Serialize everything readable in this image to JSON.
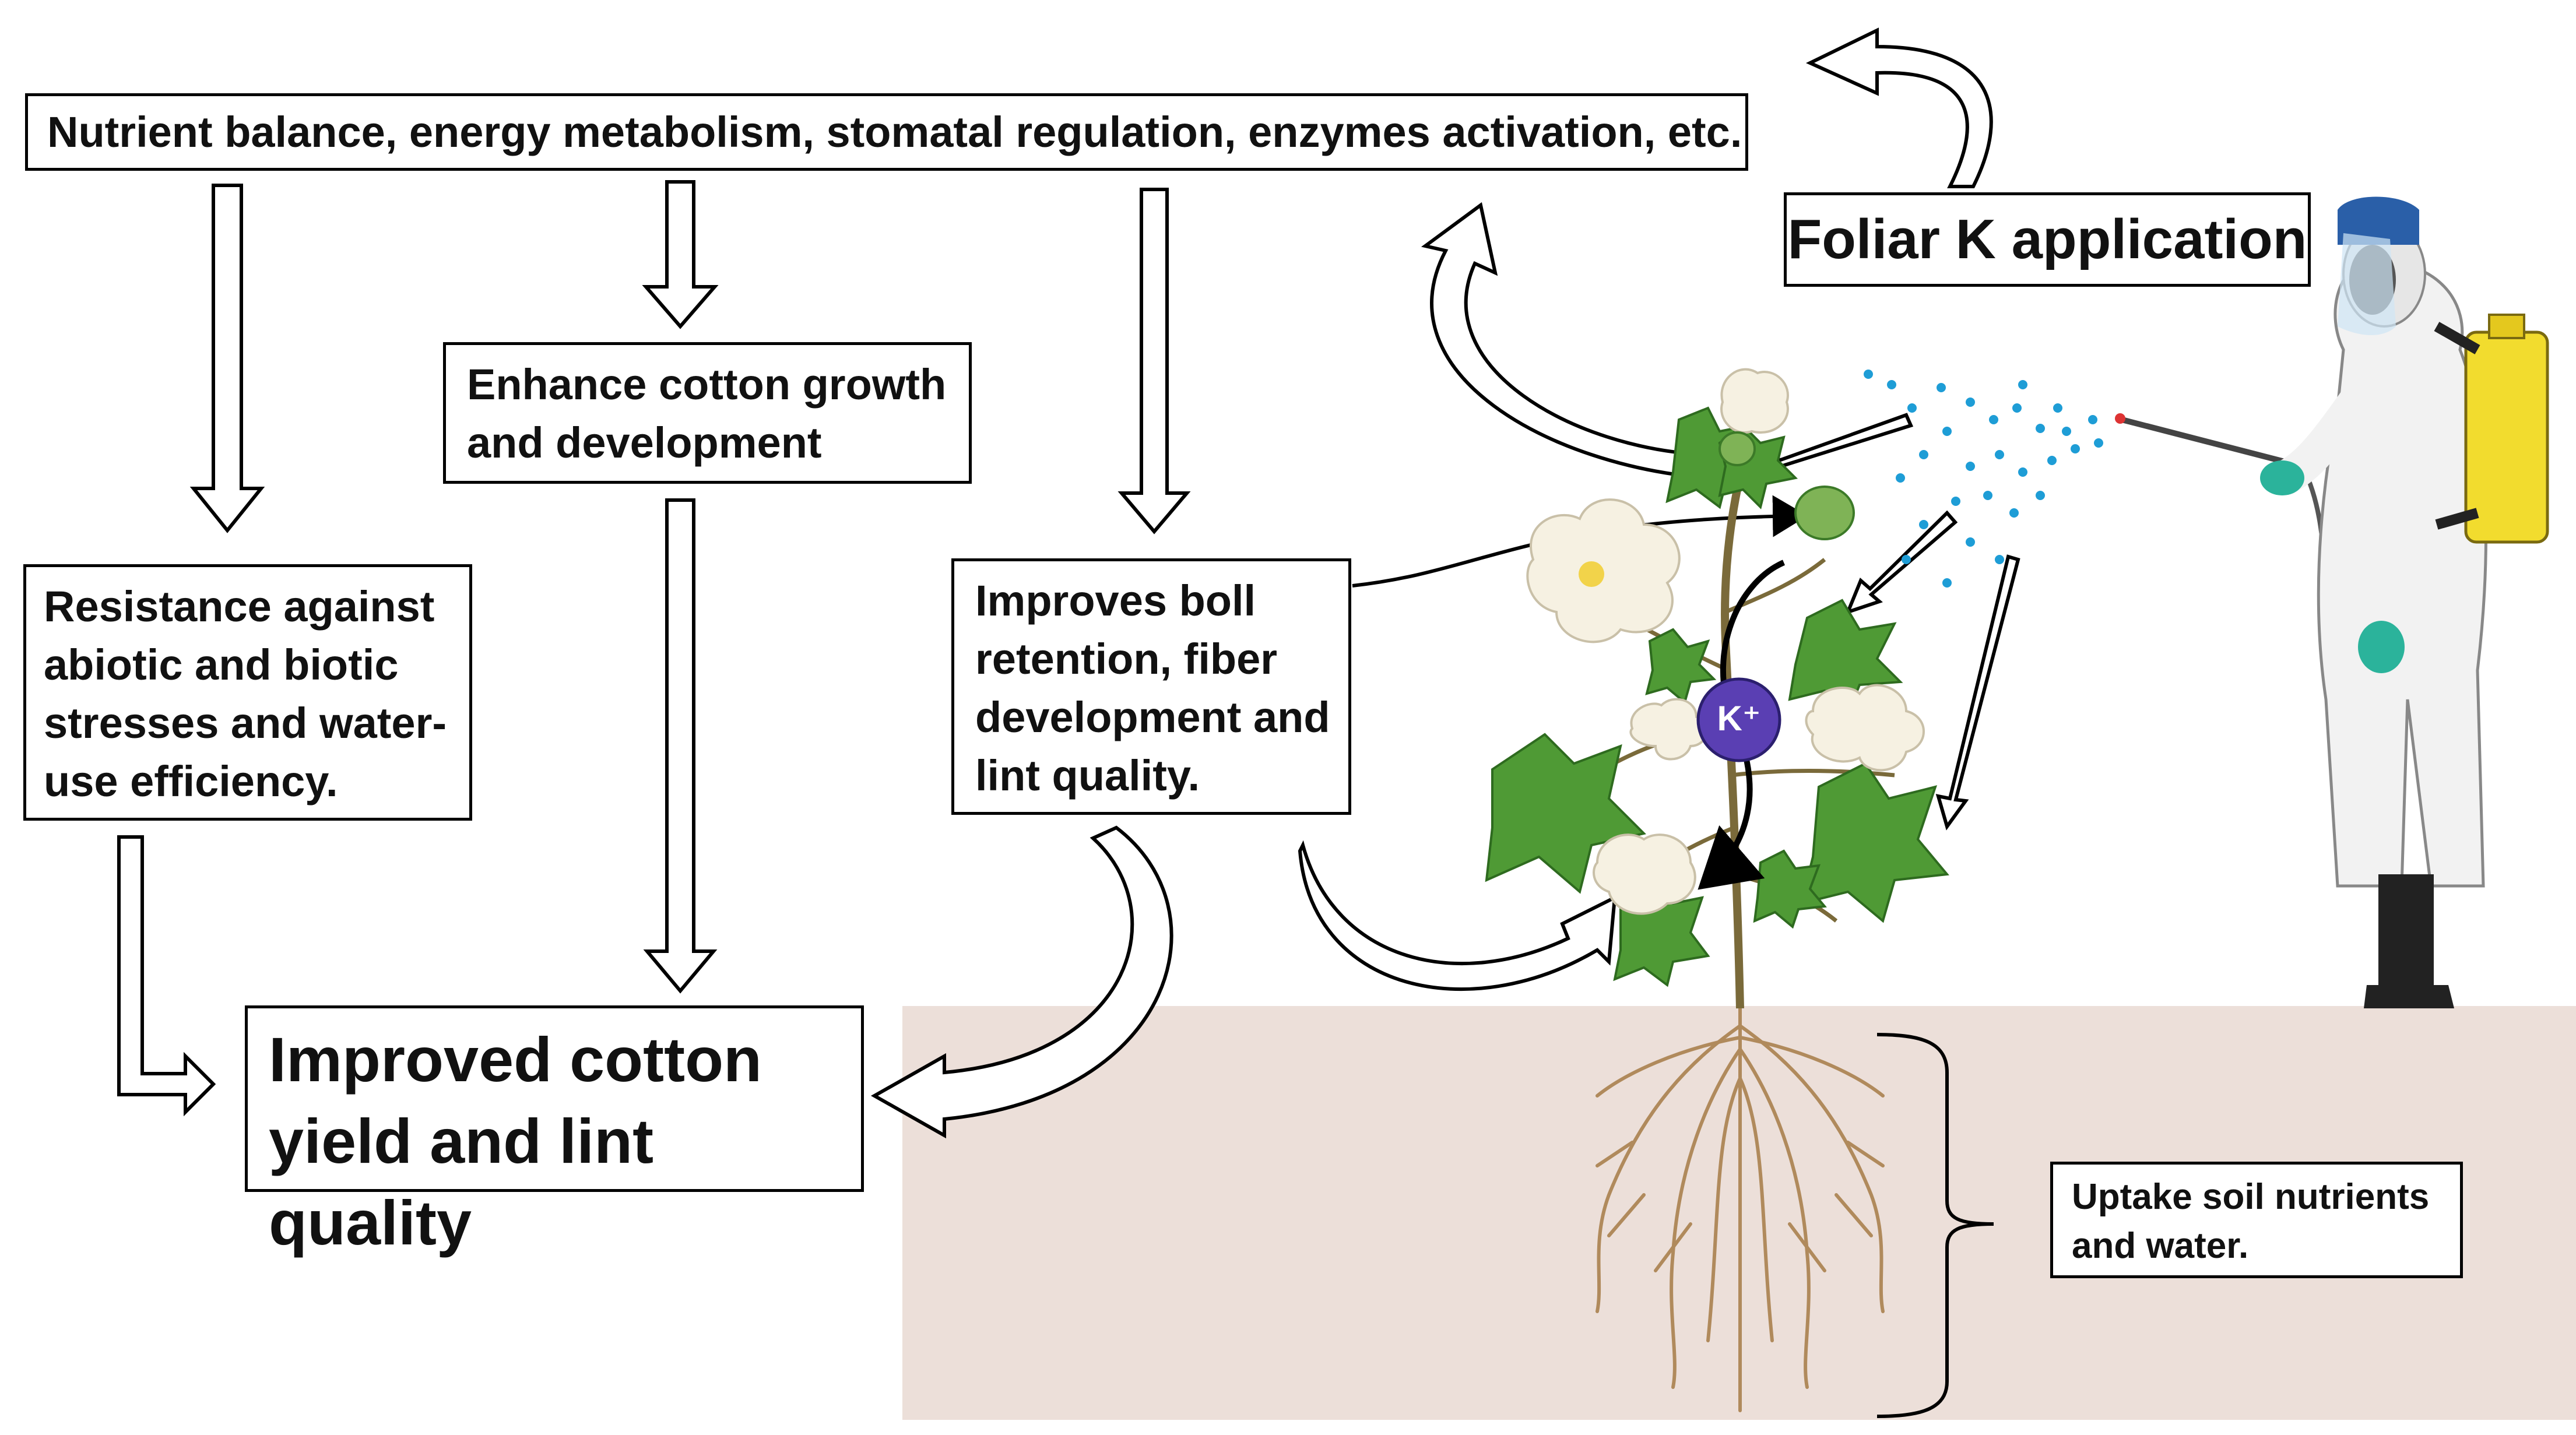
{
  "boxes": {
    "top": "Nutrient balance, energy metabolism, stomatal regulation, enzymes activation, etc.",
    "foliar": "Foliar K application",
    "enhance": [
      "Enhance cotton growth",
      "and development"
    ],
    "resist": [
      "Resistance against",
      "abiotic and biotic",
      "stresses and water-",
      "use efficiency."
    ],
    "boll": [
      "Improves boll",
      "retention, fiber",
      "development and",
      "lint quality."
    ],
    "yield": [
      "Improved cotton",
      "yield and lint quality"
    ],
    "uptake": [
      "Uptake soil nutrients",
      "and water."
    ]
  },
  "ion_label": "K⁺",
  "colors": {
    "soil": "#ecdfd9",
    "leaf": "#4f9a35",
    "stem": "#7a6a3a",
    "root": "#b08a5c",
    "ion": "#5a3fb3",
    "spray": "#1e9dd6",
    "suit": "#f2f2f2",
    "tank": "#f2dc2e",
    "glove": "#2bb39b",
    "visor": "#2a5fa8"
  },
  "icons": [
    "cotton-plant-icon",
    "sprayer-worker-icon",
    "potassium-ion-icon",
    "spray-droplets-icon",
    "roots-icon"
  ]
}
